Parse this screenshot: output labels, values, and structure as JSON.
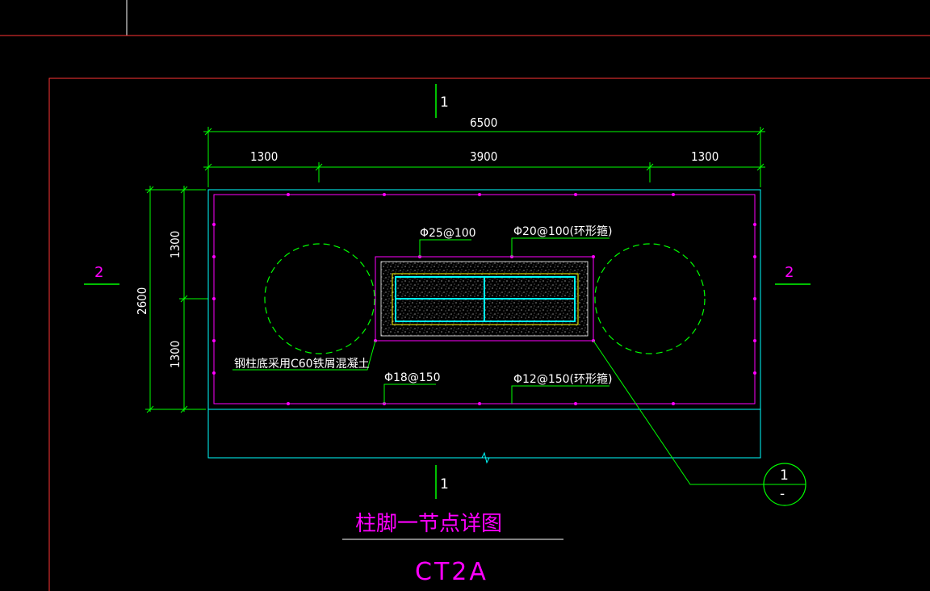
{
  "dimensions": {
    "overall_width": "6500",
    "left_segment": "1300",
    "middle_segment": "3900",
    "right_segment": "1300",
    "overall_height": "2600",
    "upper_height": "1300",
    "lower_height": "1300"
  },
  "section_marks": {
    "top": "1",
    "bottom": "1",
    "left": "2",
    "right": "2"
  },
  "rebar_labels": {
    "top_main": "Φ25@100",
    "top_stirrup": "Φ20@100(环形箍)",
    "bottom_main": "Φ18@150",
    "bottom_stirrup": "Φ12@150(环形箍)",
    "concrete_note": "钢柱底采用C60铁屑混凝土"
  },
  "detail_callout": {
    "number": "1",
    "sheet": "-"
  },
  "title": {
    "main": "柱脚一节点详图",
    "code": "CT2A"
  },
  "colors": {
    "background": "#000000",
    "dimension_line": "#00ff00",
    "outline_cyan": "#00ffff",
    "inner_magenta": "#ff00ff",
    "frame_red": "#ff0000",
    "text": "#ffffff"
  }
}
